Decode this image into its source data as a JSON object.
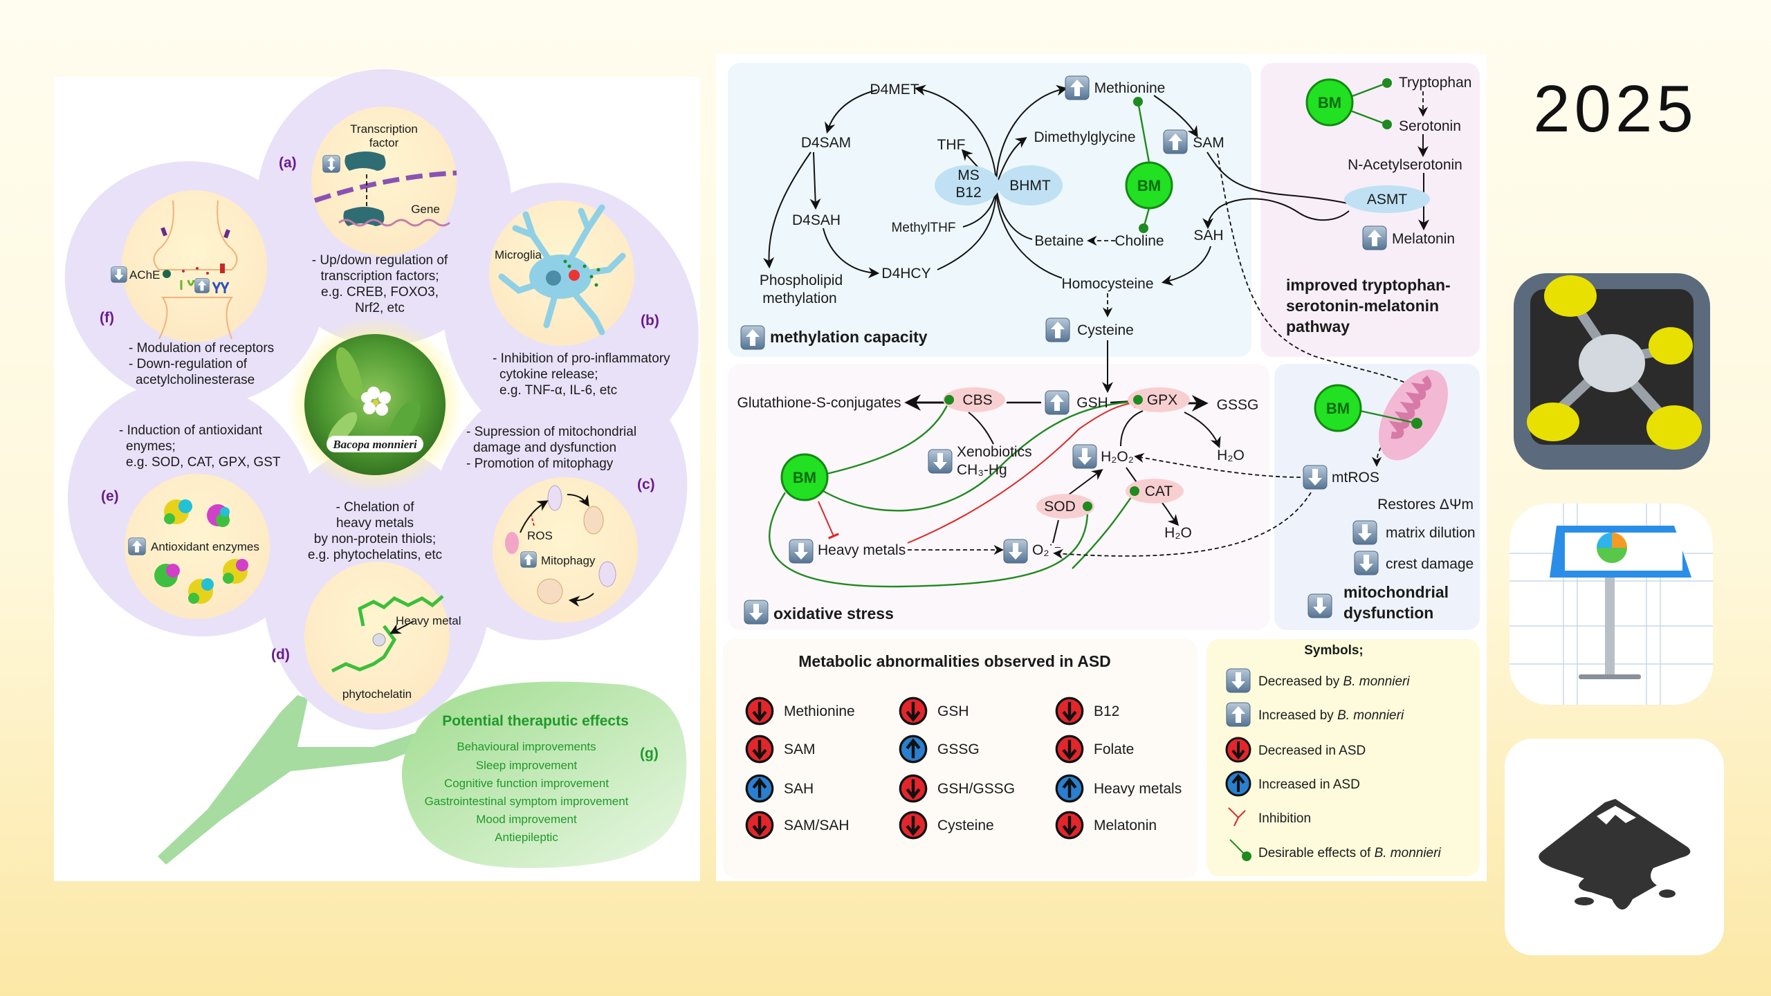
{
  "left_panel": {
    "center_label": "Bacopa monnieri",
    "petals": {
      "a": {
        "label": "(a)",
        "figure": [
          "Transcription",
          "factor",
          "Gene"
        ],
        "text": [
          "- Up/down regulation of",
          "transcription factors;",
          "e.g. CREB, FOXO3,",
          "Nrf2, etc"
        ]
      },
      "b": {
        "label": "(b)",
        "figure": [
          "Microglia"
        ],
        "text": [
          "- Inhibition of pro-inflammatory",
          "cytokine release;",
          "e.g. TNF-α, IL-6, etc"
        ]
      },
      "c": {
        "label": "(c)",
        "figure": [
          "ROS",
          "Mitophagy"
        ],
        "text": [
          "- Supression of mitochondrial",
          "damage and dysfunction",
          "- Promotion of mitophagy"
        ]
      },
      "d": {
        "label": "(d)",
        "figure": [
          "Heavy metal",
          "phytochelatin"
        ],
        "text": [
          "- Chelation of",
          "heavy metals",
          "by non-protein thiols;",
          "e.g. phytochelatins, etc"
        ]
      },
      "e": {
        "label": "(e)",
        "figure": [
          "Antioxidant enzymes"
        ],
        "text": [
          "- Induction of antioxidant",
          "enymes;",
          "e.g. SOD, CAT, GPX, GST"
        ]
      },
      "f": {
        "label": "(f)",
        "figure": [
          "AChE"
        ],
        "text": [
          "- Modulation of receptors",
          "- Down-regulation of",
          "acetylcholinesterase"
        ]
      }
    },
    "therapeutic": {
      "label": "(g)",
      "title": "Potential theraputic effects",
      "items": [
        "Behavioural improvements",
        "Sleep improvement",
        "Cognitive function improvement",
        "Gastrointestinal symptom improvement",
        "Mood improvement",
        "Antiepileptic"
      ]
    }
  },
  "methylation": {
    "title": "methylation capacity",
    "nodes": {
      "d4met": "D4MET",
      "d4sam": "D4SAM",
      "d4sah": "D4SAH",
      "d4hcy": "D4HCY",
      "phospholipid": [
        "Phospholipid",
        "methylation"
      ],
      "thf": "THF",
      "methylthf": "MethylTHF",
      "ms": [
        "MS",
        "B12"
      ],
      "bhmt": "BHMT",
      "dimethylglycine": "Dimethylglycine",
      "betaine": "Betaine",
      "choline": "Choline",
      "methionine": "Methionine",
      "sam": "SAM",
      "sah": "SAH",
      "homocysteine": "Homocysteine",
      "cysteine": "Cysteine",
      "bm": "BM"
    }
  },
  "tryptophan": {
    "bm": "BM",
    "tryptophan": "Tryptophan",
    "serotonin": "Serotonin",
    "n_acetylserotonin": "N-Acetylserotonin",
    "asmt": "ASMT",
    "melatonin": "Melatonin",
    "title": [
      "improved tryptophan-",
      "serotonin-melatonin",
      "pathway"
    ]
  },
  "oxidative": {
    "title": "oxidative stress",
    "nodes": {
      "glutathione_s_conjugates": "Glutathione-S-conjugates",
      "cbs": "CBS",
      "gsh": "GSH",
      "gpx": "GPX",
      "gssg": "GSSG",
      "xenobiotics": [
        "Xenobiotics",
        "CH₃-Hg"
      ],
      "h2o2": "H₂O₂",
      "h2o": "H₂O",
      "cat": "CAT",
      "sod": "SOD",
      "heavy_metals": "Heavy metals",
      "superoxide": "O₂˙⁻",
      "bm": "BM"
    }
  },
  "mitochondria": {
    "bm": "BM",
    "mtros": "mtROS",
    "restores": "Restores ΔΨm",
    "matrix_dilution": "matrix dilution",
    "crest_damage": "crest damage",
    "title": [
      "mitochondrial",
      "dysfunction"
    ]
  },
  "abnormalities": {
    "title": "Metabolic abnormalities observed in ASD",
    "columns": [
      [
        {
          "label": "Methionine",
          "direction": "down"
        },
        {
          "label": "SAM",
          "direction": "down"
        },
        {
          "label": "SAH",
          "direction": "up"
        },
        {
          "label": "SAM/SAH",
          "direction": "down"
        }
      ],
      [
        {
          "label": "GSH",
          "direction": "down"
        },
        {
          "label": "GSSG",
          "direction": "up"
        },
        {
          "label": "GSH/GSSG",
          "direction": "down"
        },
        {
          "label": "Cysteine",
          "direction": "down"
        }
      ],
      [
        {
          "label": "B12",
          "direction": "down"
        },
        {
          "label": "Folate",
          "direction": "down"
        },
        {
          "label": "Heavy metals",
          "direction": "up"
        },
        {
          "label": "Melatonin",
          "direction": "down"
        }
      ]
    ]
  },
  "symbols": {
    "title": "Symbols;",
    "items": [
      {
        "prefix": "Decreased by ",
        "italic": "B. monnieri"
      },
      {
        "prefix": "Increased by ",
        "italic": "B. monnieri"
      },
      {
        "prefix": "Decreased in ASD",
        "italic": ""
      },
      {
        "prefix": "Increased in ASD",
        "italic": ""
      },
      {
        "prefix": "Inhibition",
        "italic": ""
      },
      {
        "prefix": "Desirable effects of ",
        "italic": "B. monnieri"
      }
    ]
  },
  "side": {
    "year": "2025",
    "apps": [
      "molecule-app-icon",
      "keynote-icon",
      "inkscape-icon"
    ]
  },
  "colors": {
    "petal": "#e8e1f8",
    "bm_green": "#22e022",
    "decrease_asd": "#e3262b",
    "increase_asd": "#2a7fd0",
    "methylation_bg": "#eef7fb",
    "tryptophan_bg": "#f8eef8",
    "oxidative_bg": "#fcf7fb",
    "mito_bg": "#eef3fb",
    "symbols_bg": "#fdfbdc"
  }
}
